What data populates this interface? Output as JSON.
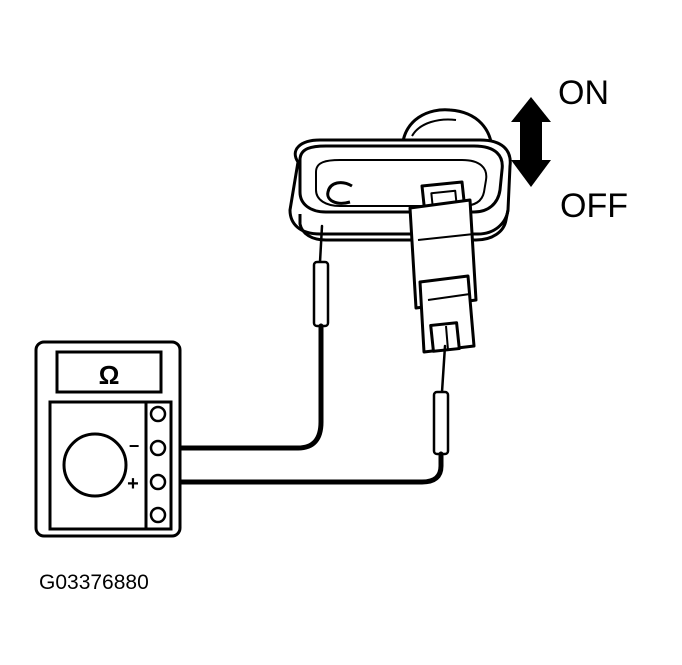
{
  "switch": {
    "on_label": "ON",
    "off_label": "OFF"
  },
  "meter": {
    "display_symbol": "Ω",
    "minus_label": "−",
    "plus_label": "+"
  },
  "figure_id": "G03376880",
  "colors": {
    "line": "#000000",
    "background": "#ffffff"
  }
}
